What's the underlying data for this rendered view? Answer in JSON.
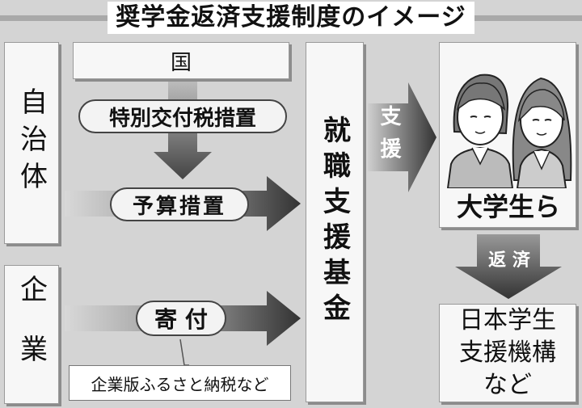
{
  "title": "奨学金返済支援制度のイメージ",
  "sources": {
    "government": "国",
    "municipality": "自治体",
    "company": "企業"
  },
  "measures": {
    "special_tax": "特別交付税措置",
    "budget": "予算措置",
    "donation": "寄 付",
    "hometown_tax_note": "企業版ふるさと納税など"
  },
  "fund": "就職支援基金",
  "flows": {
    "support": "支援",
    "repayment": "返 済"
  },
  "students": "大学生ら",
  "repayee": {
    "line1": "日本学生",
    "line2": "支援機構",
    "line3": "など"
  },
  "colors": {
    "arrow_dark": "#333333",
    "arrow_light": "#cfcfcf",
    "box_bg": "#f7f7f7",
    "border": "#9a9a9a"
  }
}
